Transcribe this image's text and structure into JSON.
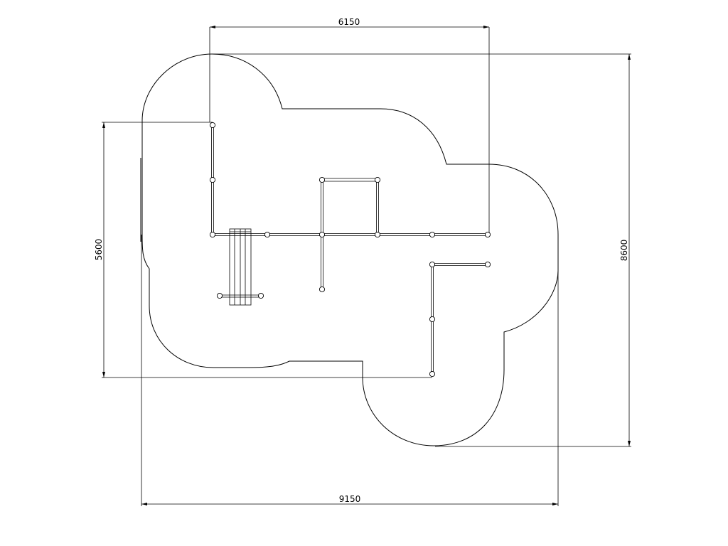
{
  "dimensions": {
    "top_width": "6150",
    "bottom_width": "9150",
    "left_height": "5600",
    "right_height": "8600"
  },
  "colors": {
    "line": "#000000",
    "background": "#ffffff"
  }
}
